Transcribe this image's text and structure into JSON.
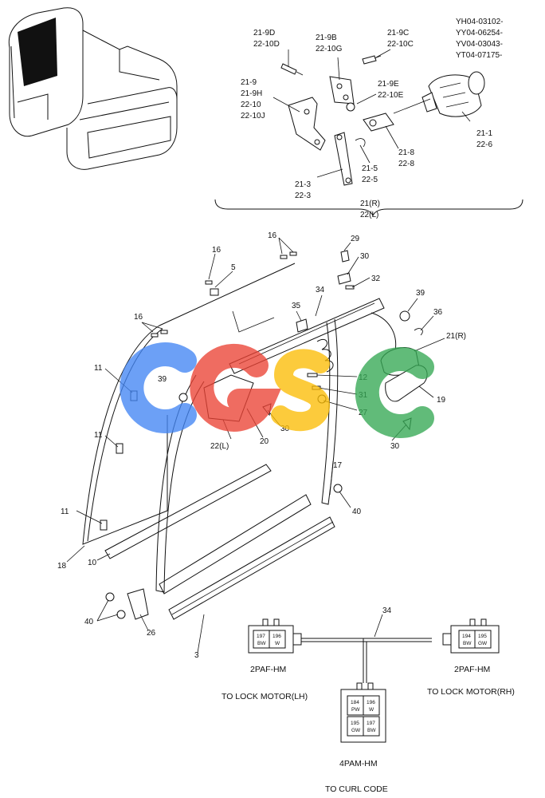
{
  "serials": [
    "YH04-03102-",
    "YY04-06254-",
    "YV04-03043-",
    "YT04-07175-"
  ],
  "callouts_top": [
    {
      "lines": [
        "21-9D",
        "22-10D"
      ]
    },
    {
      "lines": [
        "21-9B",
        "22-10G"
      ]
    },
    {
      "lines": [
        "21-9C",
        "22-10C"
      ]
    },
    {
      "lines": [
        "21-9",
        "21-9H",
        "22-10",
        "22-10J"
      ]
    },
    {
      "lines": [
        "21-9E",
        "22-10E"
      ]
    },
    {
      "lines": [
        "21-1",
        "22-6"
      ]
    },
    {
      "lines": [
        "21-8",
        "22-8"
      ]
    },
    {
      "lines": [
        "21-5",
        "22-5"
      ]
    },
    {
      "lines": [
        "21-3",
        "22-3"
      ]
    },
    {
      "lines": [
        "21(R)",
        "22(L)"
      ]
    }
  ],
  "callouts_main": [
    "16",
    "16",
    "5",
    "16",
    "29",
    "30",
    "32",
    "34",
    "35",
    "39",
    "36",
    "21(R)",
    "11",
    "39",
    "12",
    "31",
    "19",
    "27",
    "30",
    "22(L)",
    "20",
    "30",
    "11",
    "17",
    "40",
    "11",
    "18",
    "10",
    "40",
    "26",
    "3"
  ],
  "wiring": {
    "harness_label": "34",
    "connectors": [
      {
        "name": "2PAF-HM",
        "caption": "TO LOCK MOTOR(LH)",
        "pins": [
          [
            "197",
            "BW"
          ],
          [
            "196",
            "W"
          ]
        ]
      },
      {
        "name": "2PAF-HM",
        "caption": "TO LOCK MOTOR(RH)",
        "pins": [
          [
            "194",
            "BW"
          ],
          [
            "195",
            "GW"
          ]
        ]
      },
      {
        "name": "4PAM-HM",
        "caption": "TO CURL CODE",
        "pins": [
          [
            "184",
            "PW"
          ],
          [
            "196",
            "W"
          ],
          [
            "195",
            "GW"
          ],
          [
            "197",
            "BW"
          ]
        ]
      }
    ]
  },
  "watermark": {
    "text": "CGSC",
    "colors": [
      "#4285F4",
      "#EA4335",
      "#FBBC05",
      "#34A853"
    ]
  }
}
